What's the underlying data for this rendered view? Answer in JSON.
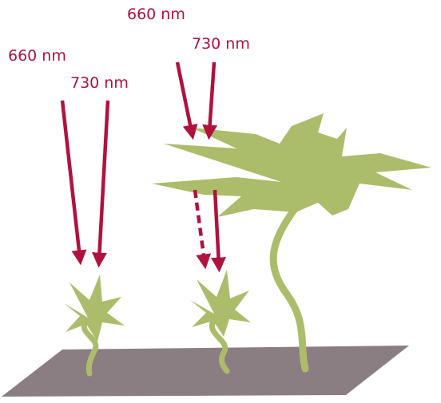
{
  "colors": {
    "arrow": "#b0123e",
    "plant": "#abbd6a",
    "ground": "#8a7e82",
    "background": "#ffffff"
  },
  "left_group": {
    "red_label": "660 nm",
    "far_red_label": "730 nm"
  },
  "right_group": {
    "red_label": "660 nm",
    "far_red_label": "730 nm"
  }
}
